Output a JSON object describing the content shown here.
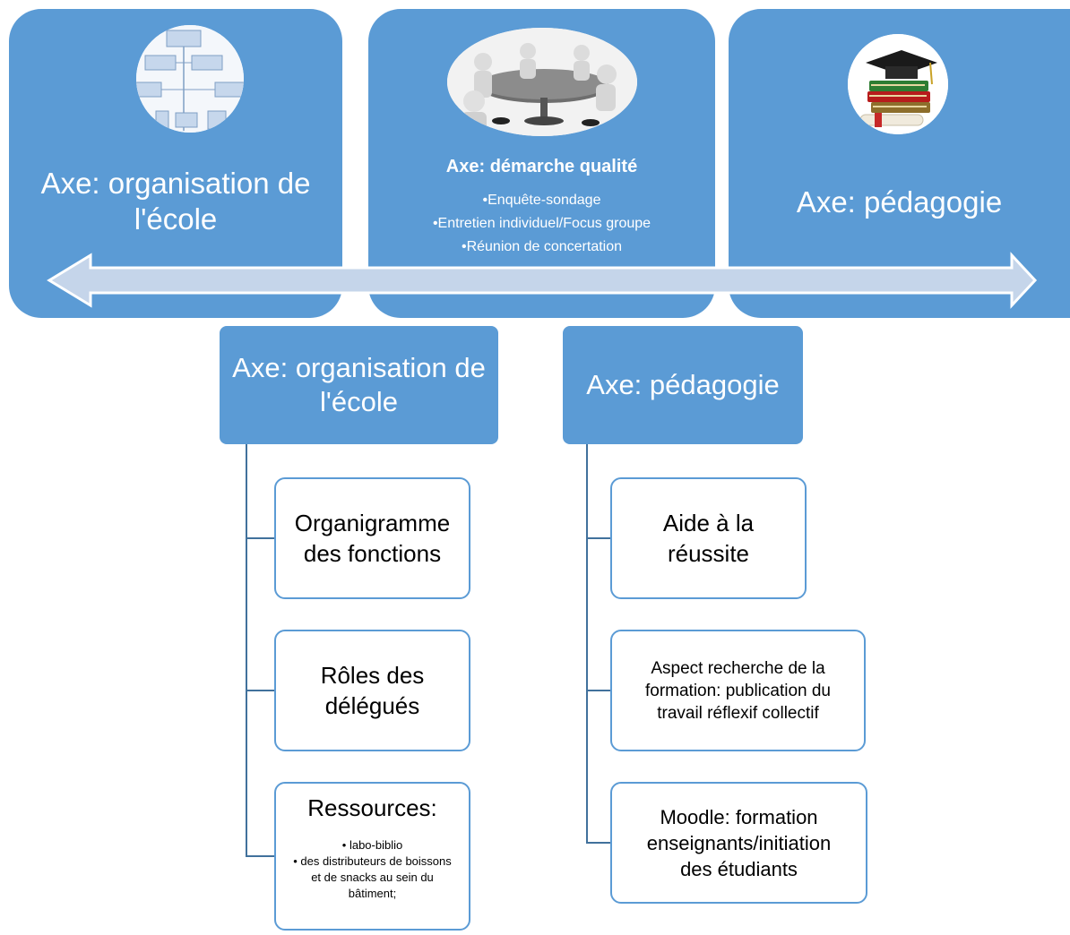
{
  "top_panels": {
    "left": {
      "title": "Axe: organisation de l'école"
    },
    "middle": {
      "title": "Axe: démarche qualité",
      "items": [
        "•Enquête-sondage",
        "•Entretien individuel/Focus groupe",
        "•Réunion de concertation"
      ]
    },
    "right": {
      "title": "Axe: pédagogie"
    }
  },
  "hierarchy": {
    "organisation": {
      "header": "Axe: organisation de l'école",
      "children": {
        "organigramme": "Organigramme des fonctions",
        "roles": "Rôles des délégués",
        "ressources": {
          "title": "Ressources:",
          "items": [
            "• labo-biblio",
            "• des distributeurs de boissons et de snacks au sein du bâtiment;"
          ]
        }
      }
    },
    "pedagogie": {
      "header": "Axe: pédagogie",
      "children": {
        "aide": "Aide à la réussite",
        "aspect": "Aspect recherche de la formation: publication du travail réflexif collectif",
        "moodle": "Moodle: formation enseignants/initiation des étudiants"
      }
    }
  },
  "colors": {
    "panel_fill": "#5b9bd5",
    "arrow_fill": "#c5d5ea",
    "arrow_stroke": "#ffffff",
    "connector": "#41719c"
  },
  "icons": {
    "left": "org-chart-photo-icon",
    "middle": "meeting-table-photo-icon",
    "right": "graduation-books-photo-icon"
  }
}
